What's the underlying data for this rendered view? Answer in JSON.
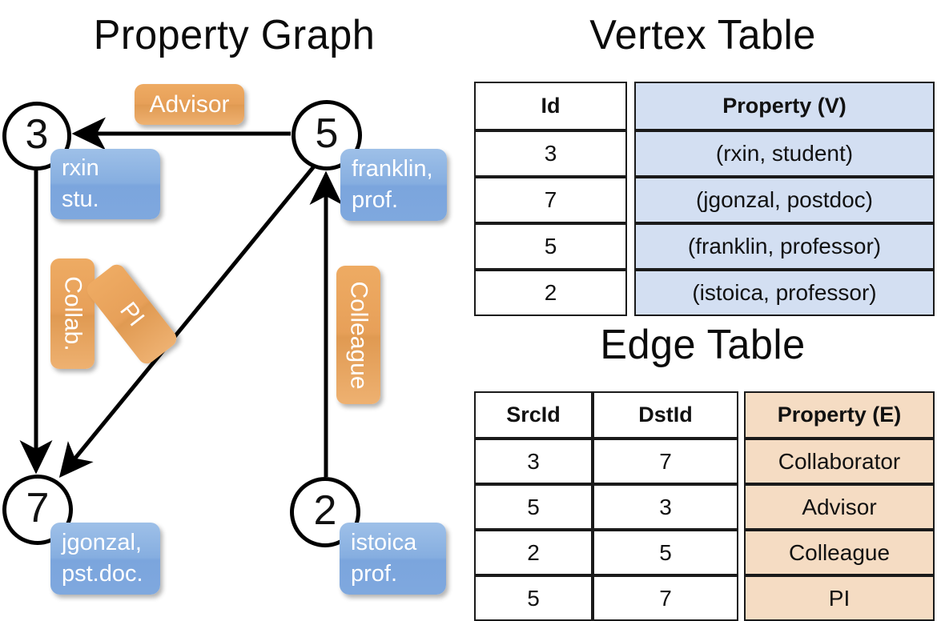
{
  "graph": {
    "title": "Property Graph",
    "nodes": [
      {
        "id": "3",
        "property_lines": [
          "rxin",
          "stu."
        ]
      },
      {
        "id": "5",
        "property_lines": [
          "franklin,",
          "prof."
        ]
      },
      {
        "id": "7",
        "property_lines": [
          "jgonzal,",
          "pst.doc."
        ]
      },
      {
        "id": "2",
        "property_lines": [
          "istoica",
          "prof."
        ]
      }
    ],
    "edge_labels": [
      {
        "name": "advisor-label",
        "text": "Advisor"
      },
      {
        "name": "collab-label",
        "text": "Collab."
      },
      {
        "name": "pi-label",
        "text": "PI"
      },
      {
        "name": "colleague-label",
        "text": "Colleague"
      }
    ]
  },
  "vertex_table": {
    "title": "Vertex Table",
    "headers": [
      "Id",
      "Property (V)"
    ],
    "rows": [
      [
        "3",
        "(rxin, student)"
      ],
      [
        "7",
        "(jgonzal, postdoc)"
      ],
      [
        "5",
        "(franklin, professor)"
      ],
      [
        "2",
        "(istoica, professor)"
      ]
    ]
  },
  "edge_table": {
    "title": "Edge Table",
    "headers": [
      "SrcId",
      "DstId",
      "Property (E)"
    ],
    "rows": [
      [
        "3",
        "7",
        "Collaborator"
      ],
      [
        "5",
        "3",
        "Advisor"
      ],
      [
        "2",
        "5",
        "Colleague"
      ],
      [
        "5",
        "7",
        "PI"
      ]
    ]
  },
  "colors": {
    "vertex_property_fill": "#d3dff2",
    "edge_property_fill": "#f5dcc3",
    "node_property_box": "#86aee0",
    "edge_label_box": "#e7a059",
    "stroke": "#000000"
  }
}
